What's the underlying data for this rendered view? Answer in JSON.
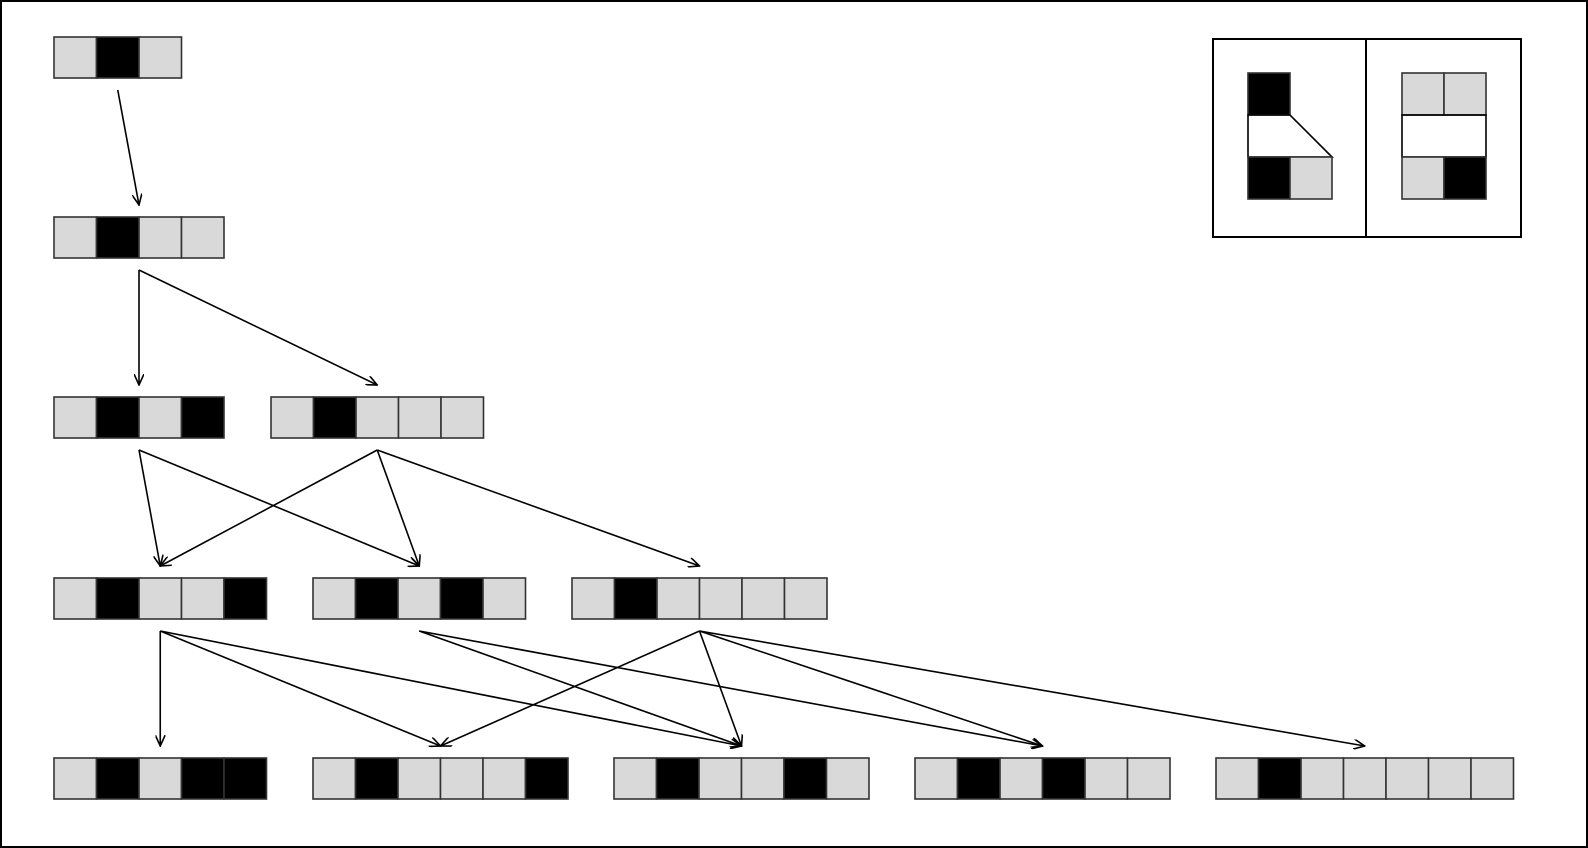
{
  "colors": {
    "filled": "#000000",
    "empty": "#d9d9d9",
    "line": "#000000",
    "background": "#ffffff"
  },
  "levels": [
    {
      "strips": [
        [
          0,
          1,
          0
        ]
      ]
    },
    {
      "strips": [
        [
          0,
          1,
          0,
          0
        ]
      ]
    },
    {
      "strips": [
        [
          0,
          1,
          0,
          1
        ],
        [
          0,
          1,
          0,
          0,
          0
        ]
      ]
    },
    {
      "strips": [
        [
          0,
          1,
          0,
          0,
          1
        ],
        [
          0,
          1,
          0,
          1,
          0
        ],
        [
          0,
          1,
          0,
          0,
          0,
          0
        ]
      ]
    },
    {
      "strips": [
        [
          0,
          1,
          0,
          1,
          1
        ],
        [
          0,
          1,
          0,
          0,
          0,
          1
        ],
        [
          0,
          1,
          0,
          0,
          1,
          0
        ],
        [
          0,
          1,
          0,
          1,
          0,
          0
        ],
        [
          0,
          1,
          0,
          0,
          0,
          0,
          0
        ]
      ]
    }
  ],
  "edges": [
    {
      "from": [
        0,
        0
      ],
      "to": [
        1,
        0
      ]
    },
    {
      "from": [
        1,
        0
      ],
      "to": [
        2,
        0
      ]
    },
    {
      "from": [
        1,
        0
      ],
      "to": [
        2,
        1
      ]
    },
    {
      "from": [
        2,
        0
      ],
      "to": [
        3,
        0
      ]
    },
    {
      "from": [
        2,
        0
      ],
      "to": [
        3,
        1
      ]
    },
    {
      "from": [
        2,
        1
      ],
      "to": [
        3,
        0
      ]
    },
    {
      "from": [
        2,
        1
      ],
      "to": [
        3,
        1
      ]
    },
    {
      "from": [
        2,
        1
      ],
      "to": [
        3,
        2
      ]
    },
    {
      "from": [
        3,
        0
      ],
      "to": [
        4,
        0
      ]
    },
    {
      "from": [
        3,
        0
      ],
      "to": [
        4,
        1
      ]
    },
    {
      "from": [
        3,
        0
      ],
      "to": [
        4,
        2
      ]
    },
    {
      "from": [
        3,
        1
      ],
      "to": [
        4,
        2
      ]
    },
    {
      "from": [
        3,
        1
      ],
      "to": [
        4,
        3
      ]
    },
    {
      "from": [
        3,
        2
      ],
      "to": [
        4,
        1
      ]
    },
    {
      "from": [
        3,
        2
      ],
      "to": [
        4,
        2
      ]
    },
    {
      "from": [
        3,
        2
      ],
      "to": [
        4,
        3
      ]
    },
    {
      "from": [
        3,
        2
      ],
      "to": [
        4,
        4
      ]
    }
  ],
  "legend": [
    {
      "rule": "left",
      "top": [
        1,
        null
      ],
      "bottom": [
        1,
        0
      ]
    },
    {
      "rule": "right",
      "top": [
        0,
        0
      ],
      "bottom": [
        0,
        1
      ]
    }
  ]
}
